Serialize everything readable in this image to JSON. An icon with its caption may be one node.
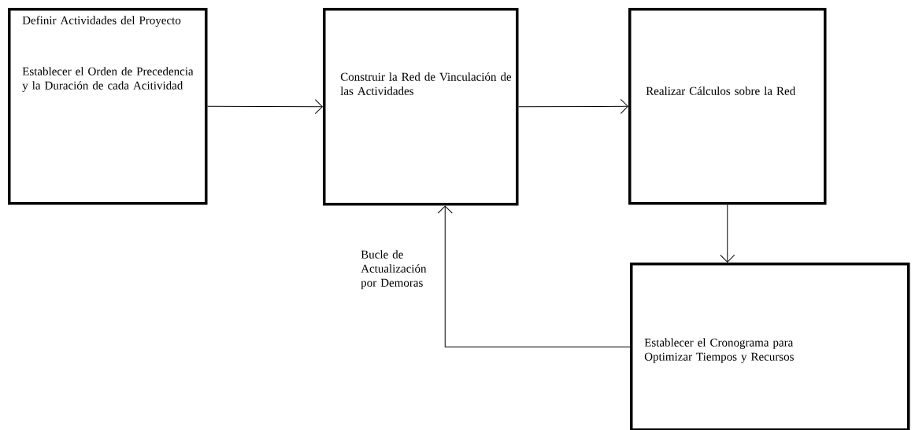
{
  "diagram": {
    "nodes": [
      {
        "text": [
          "Definir Actividades del Proyecto",
          "Establecer el Orden de Precedencia y la Duración de cada Acitividad"
        ]
      },
      {
        "text": [
          "Construir la Red de Vinculación de las Actividades"
        ]
      },
      {
        "text": [
          "Realizar Cálculos sobre la Red"
        ]
      },
      {
        "text": [
          "Establecer el Cronograma para Optimizar Tiempos y Recursos"
        ]
      }
    ],
    "edges": [
      {
        "from": 0,
        "to": 1,
        "arrow": "to"
      },
      {
        "from": 1,
        "to": 2,
        "arrow": "to"
      },
      {
        "from": 2,
        "to": 3,
        "arrow": "to"
      },
      {
        "from": 3,
        "to": 1,
        "arrow": "to",
        "label": "Bucle de Actualización por Demoras"
      }
    ]
  }
}
